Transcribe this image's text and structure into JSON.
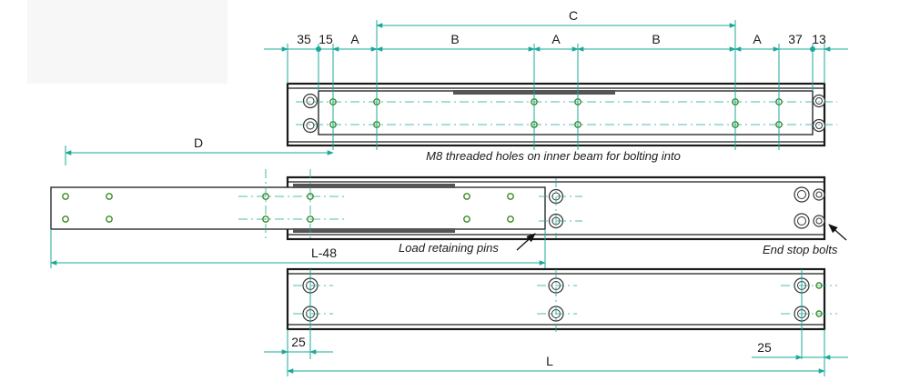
{
  "dimensions": {
    "top_row": [
      "35",
      "15",
      "A",
      "B",
      "A",
      "B",
      "A",
      "37",
      "13"
    ],
    "C": "C",
    "D": "D",
    "L_minus_48": "L-48",
    "bottom_left_25": "25",
    "bottom_right_25": "25",
    "L": "L"
  },
  "notes": {
    "threaded_holes": "M8 threaded holes on inner beam for bolting into",
    "load_pins": "Load retaining pins",
    "end_stop": "End stop bolts"
  },
  "colors": {
    "dimension_line": "#1aa89a",
    "outline": "#1a1a1a",
    "hole_mark": "#3a8a1f"
  }
}
